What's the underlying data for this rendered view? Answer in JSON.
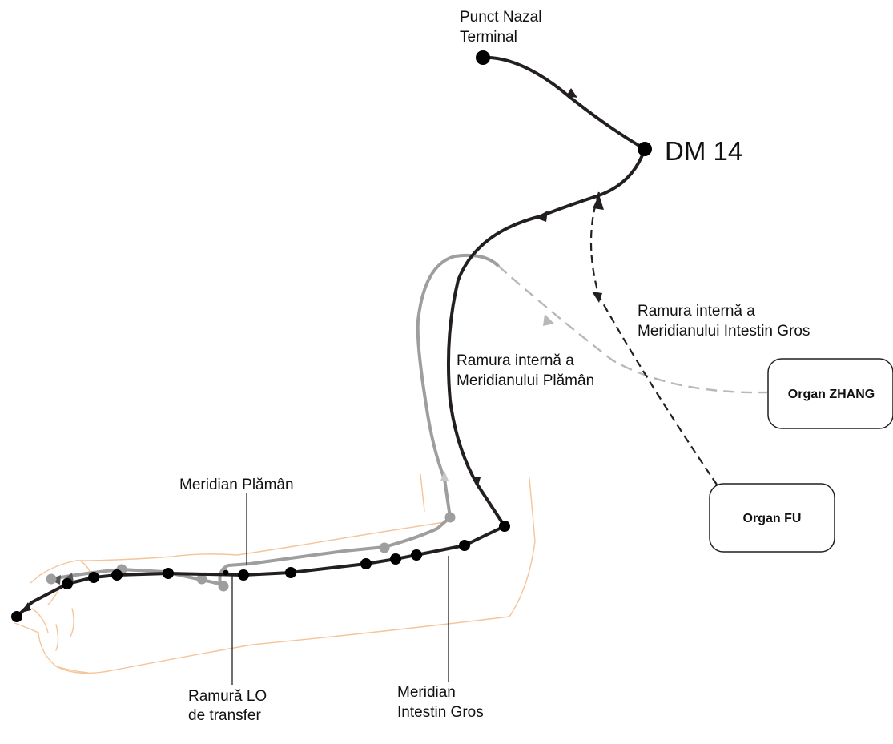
{
  "labels": {
    "nasal_point": [
      "Punct Nazal",
      "Terminal"
    ],
    "dm14": "DM 14",
    "li_internal_branch": [
      "Ramura internă a",
      "Meridianului Intestin Gros"
    ],
    "lung_internal_branch": [
      "Ramura internă a",
      "Meridianului Plămân"
    ],
    "lung_meridian": "Meridian Plămân",
    "lo_branch": [
      "Ramură LO",
      "de transfer"
    ],
    "li_meridian": [
      "Meridian",
      "Intestin Gros"
    ]
  },
  "organs": {
    "zhang": "Organ ZHANG",
    "fu": "Organ FU"
  },
  "colors": {
    "large_intestine_meridian": "#231f20",
    "lung_meridian": "#9e9e9e",
    "lung_internal": "#b8b8b8",
    "arm_outline": "#f5c49a",
    "text": "#111111"
  },
  "line_styles": {
    "main_meridian": "solid",
    "internal_branch": "dashed"
  }
}
